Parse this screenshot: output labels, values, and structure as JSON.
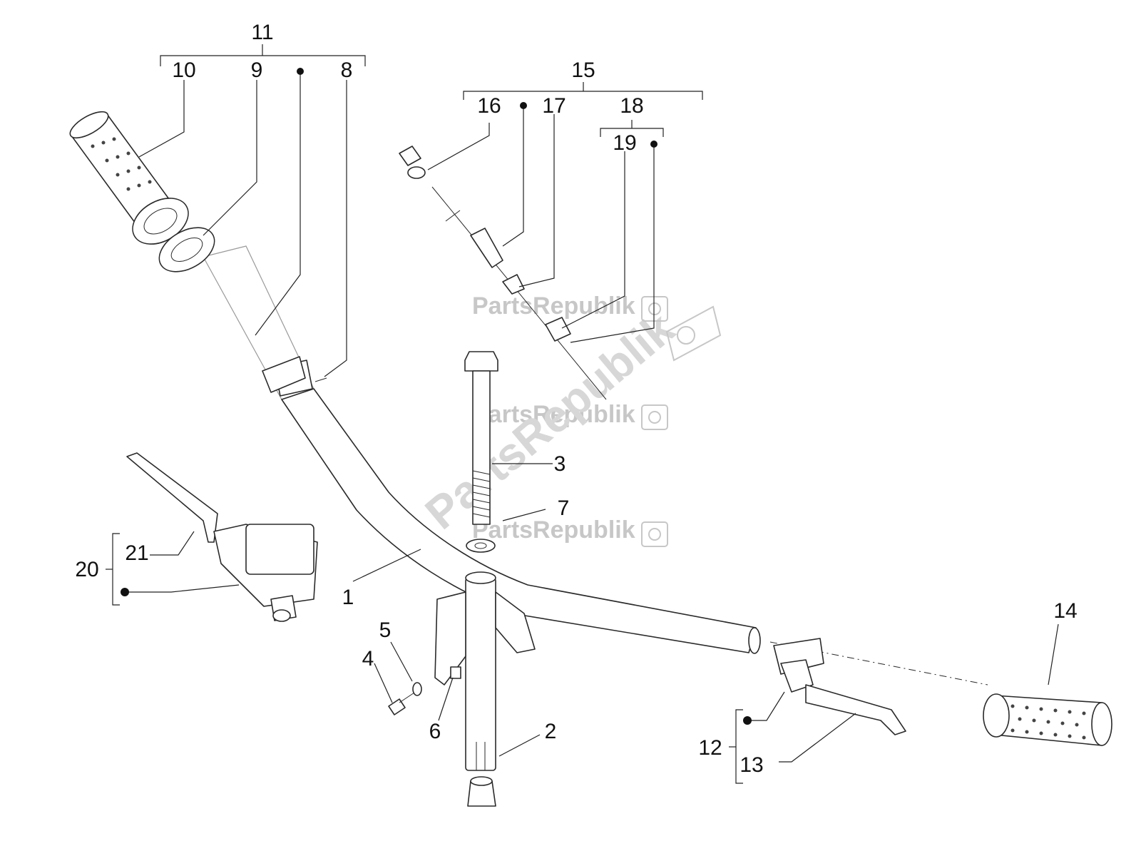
{
  "labels": {
    "p1": "1",
    "p2": "2",
    "p3": "3",
    "p4": "4",
    "p5": "5",
    "p6": "6",
    "p7": "7",
    "p8": "8",
    "p9": "9",
    "p10": "10",
    "p11": "11",
    "p12": "12",
    "p13": "13",
    "p14": "14",
    "p15": "15",
    "p16": "16",
    "p17": "17",
    "p18": "18",
    "p19": "19",
    "p20": "20",
    "p21": "21"
  },
  "watermark": {
    "text": "PartsRepublik"
  },
  "colors": {
    "line": "#2a2a2a",
    "watermark": "#c7c7c7"
  }
}
